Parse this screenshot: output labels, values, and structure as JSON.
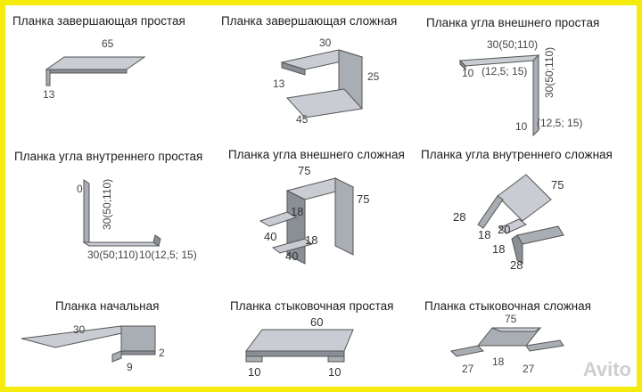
{
  "titles": [
    "Планка завершающая простая",
    "Планка завершающая сложная",
    "Планка угла внешнего простая",
    "Планка угла внутреннего простая",
    "Планка угла внешнего сложная",
    "Планка угла внутреннего сложная",
    "Планка начальная",
    "Планка стыковочная простая",
    "Планка стыковочная сложная"
  ],
  "dims": {
    "p1": [
      "65",
      "13"
    ],
    "p2": [
      "30",
      "25",
      "13",
      "45"
    ],
    "p3": [
      "30(50;110)",
      "10",
      "(12,5; 15)",
      "30(50;110)",
      "10",
      "(12,5; 15)"
    ],
    "p4": [
      "0",
      "30(50;110)",
      "30(50;110)",
      "10(12,5; 15)"
    ],
    "p5": [
      "75",
      "75",
      "18",
      "40",
      "18",
      "40"
    ],
    "p6": [
      "75",
      "28",
      "18",
      "20",
      "18",
      "28"
    ],
    "p7": [
      "30",
      "2",
      "9"
    ],
    "p8": [
      "60",
      "10",
      "10"
    ],
    "p9": [
      "75",
      "27",
      "18",
      "27"
    ]
  },
  "watermark": "Avito",
  "colors": {
    "border": "#f5ec0c",
    "panel": "#ffffff"
  }
}
